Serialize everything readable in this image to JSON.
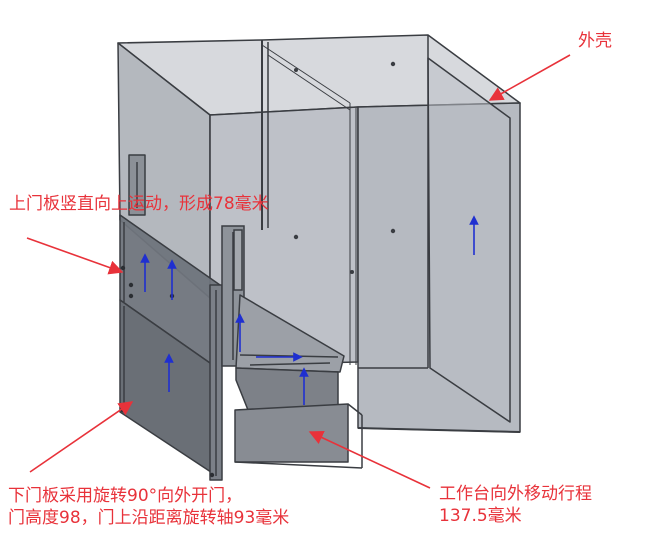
{
  "annotations": {
    "shell": "外壳",
    "upper_door": "上门板竖直向上运动，形成78毫米",
    "lower_door_line1": "下门板采用旋转90°向外开门，",
    "lower_door_line2": "门高度98，门上沿距离旋转轴93毫米",
    "worktable_line1": "工作台向外移动行程",
    "worktable_line2": "137.5毫米"
  },
  "colors": {
    "annotation": "#e8323a",
    "outline": "#3a3d42",
    "shell_fill": "#9ea3ad",
    "door_fill": "#6f747c",
    "table_fill": "#80848b",
    "axis_arrow": "#1f2fd0"
  }
}
